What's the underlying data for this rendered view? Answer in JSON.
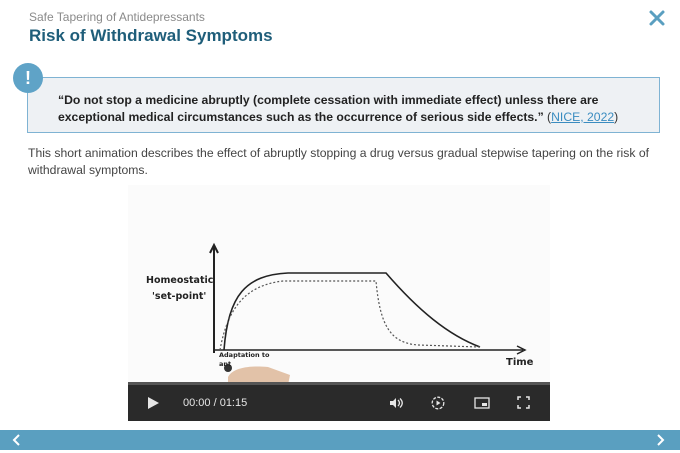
{
  "header": {
    "subtitle": "Safe Tapering of Antidepressants",
    "title": "Risk of Withdrawal Symptoms"
  },
  "callout": {
    "quote": "“Do not stop a medicine abruptly (complete cessation with immediate effect) unless there are exceptional medical circumstances such as the occurrence of serious side effects.”",
    "open_paren": " (",
    "link": "NICE, 2022",
    "close_paren": ")"
  },
  "intro": "This short animation describes the effect of abruptly stopping a drug versus gradual stepwise tapering on the risk of withdrawal symptoms.",
  "video": {
    "ylabel_line1": "Homeostatic",
    "ylabel_line2": "'set-point'",
    "xlabel": "Time",
    "annotation_line1": "Adaptation to",
    "annotation_line2": "ant",
    "time_display": "00:00 / 01:15",
    "icons": {
      "play": "play-icon",
      "volume": "volume-icon",
      "speed": "playback-speed-icon",
      "pip": "picture-in-picture-icon",
      "fullscreen": "fullscreen-icon"
    }
  },
  "colors": {
    "title": "#1f5e7a",
    "callout_border": "#7fb3d3",
    "callout_icon": "#5fa3c7",
    "link": "#3a8cc0",
    "footer": "#5a9fc0",
    "player_bar": "#2a2a2a"
  }
}
